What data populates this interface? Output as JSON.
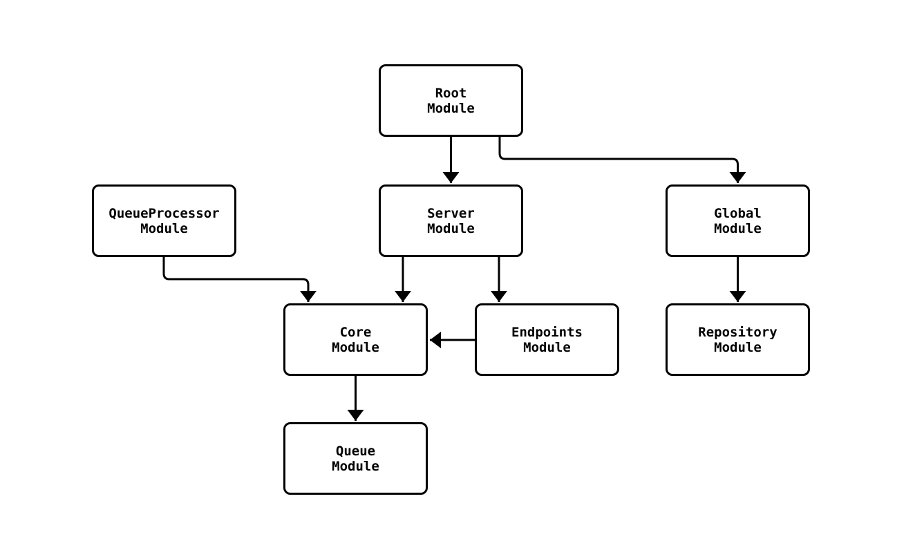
{
  "diagram": {
    "type": "module-dependency-graph",
    "background_color": "#ffffff",
    "line_color": "#000000",
    "node_fill_color": "#ffffff",
    "nodes": [
      {
        "id": "root",
        "label": "Root\nModule"
      },
      {
        "id": "queueprocessor",
        "label": "QueueProcessor\nModule"
      },
      {
        "id": "server",
        "label": "Server\nModule"
      },
      {
        "id": "global",
        "label": "Global\nModule"
      },
      {
        "id": "core",
        "label": "Core\nModule"
      },
      {
        "id": "endpoints",
        "label": "Endpoints\nModule"
      },
      {
        "id": "repository",
        "label": "Repository\nModule"
      },
      {
        "id": "queue",
        "label": "Queue\nModule"
      }
    ],
    "edges": [
      {
        "from": "root",
        "to": "server"
      },
      {
        "from": "root",
        "to": "global"
      },
      {
        "from": "queueprocessor",
        "to": "core"
      },
      {
        "from": "server",
        "to": "core"
      },
      {
        "from": "server",
        "to": "endpoints"
      },
      {
        "from": "endpoints",
        "to": "core"
      },
      {
        "from": "global",
        "to": "repository"
      },
      {
        "from": "core",
        "to": "queue"
      }
    ]
  }
}
